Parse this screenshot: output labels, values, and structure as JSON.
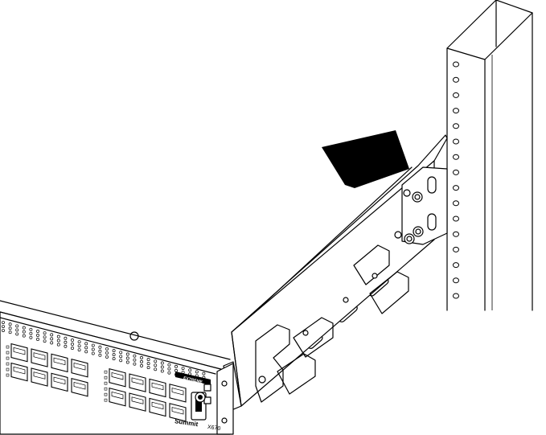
{
  "diagram": {
    "brand_label": "Summit",
    "model_label": "X670",
    "logo_badge": "EXTREME",
    "arrow_color": "#000000",
    "line_color": "#000000",
    "background": "#ffffff"
  }
}
